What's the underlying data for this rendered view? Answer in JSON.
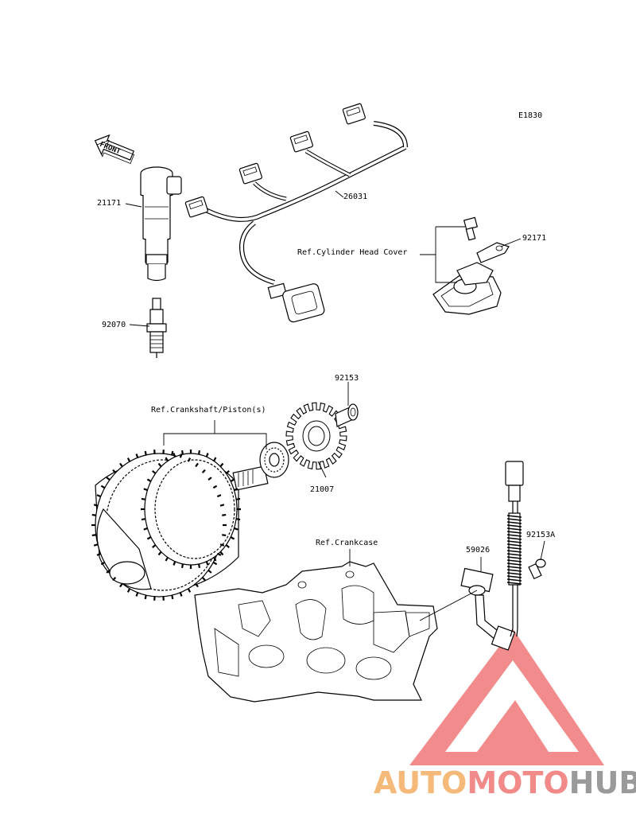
{
  "diagram_code": "E1830",
  "front_arrow": {
    "text": "FRONT"
  },
  "parts": [
    {
      "number": "21171"
    },
    {
      "number": "26031"
    },
    {
      "number": "92171"
    },
    {
      "number": "92070"
    },
    {
      "number": "92153"
    },
    {
      "number": "21007"
    },
    {
      "number": "59026"
    },
    {
      "number": "92153A"
    }
  ],
  "references": {
    "cylinder_head_cover": "Ref.Cylinder Head Cover",
    "crankshaft_pistons": "Ref.Crankshaft/Piston(s)",
    "crankcase": "Ref.Crankcase"
  },
  "watermark": {
    "part1": "AUTO",
    "part2": "MOTO",
    "part3": "HUB",
    "colors": {
      "part1": "#f5b97a",
      "part2": "#f28a8a",
      "part3": "#9a9a9a",
      "logo": "#f07878"
    }
  }
}
